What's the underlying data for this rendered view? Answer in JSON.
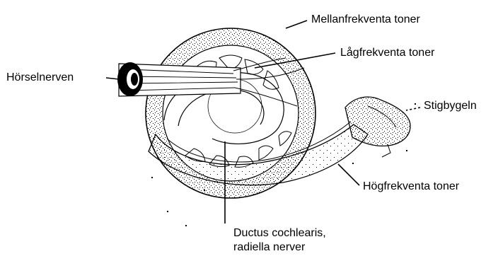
{
  "labels": {
    "mellanfrekventa": "Mellanfrekventa toner",
    "lagfrekventa": "Lågfrekventa toner",
    "horselnerven": "Hörselnerven",
    "stigbygeln": "Stigbygeln",
    "hogfrekventa": "Högfrekventa toner",
    "ductus_line1": "Ductus cochlearis,",
    "ductus_line2": "radiella nerver"
  },
  "colors": {
    "ink": "#000000",
    "background": "#ffffff"
  }
}
